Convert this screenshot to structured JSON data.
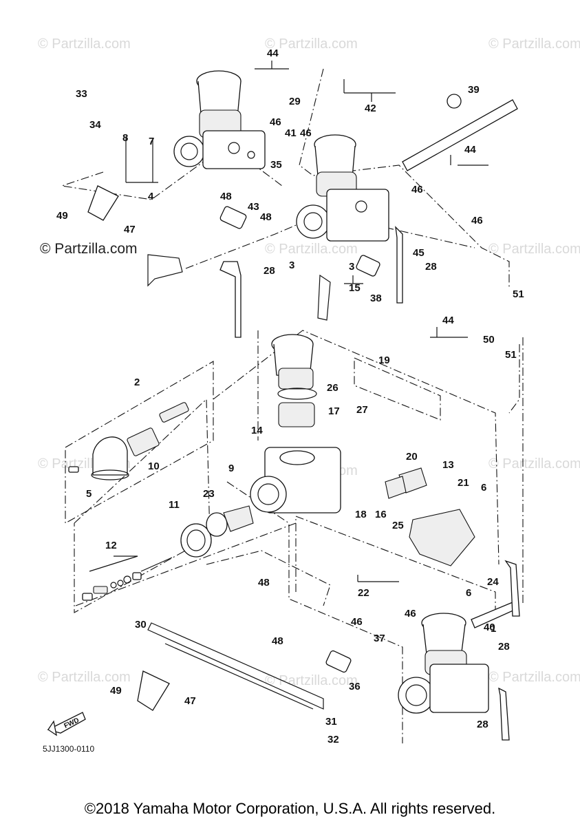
{
  "diagram_code": "5JJ1300-0110",
  "copyright": "©2018 Yamaha Motor Corporation, U.S.A. All rights reserved.",
  "watermark": "© Partzilla.com",
  "fwd_label": "FWD",
  "callouts": {
    "c1": "1",
    "c2": "2",
    "c3a": "3",
    "c3b": "3",
    "c4": "4",
    "c5": "5",
    "c6a": "6",
    "c6b": "6",
    "c7": "7",
    "c8": "8",
    "c9": "9",
    "c10": "10",
    "c11": "11",
    "c12": "12",
    "c13": "13",
    "c14": "14",
    "c15": "15",
    "c16": "16",
    "c17": "17",
    "c18": "18",
    "c19": "19",
    "c20": "20",
    "c21": "21",
    "c22": "22",
    "c23": "23",
    "c24": "24",
    "c25": "25",
    "c26": "26",
    "c27": "27",
    "c28a": "28",
    "c28b": "28",
    "c28c": "28",
    "c28d": "28",
    "c29": "29",
    "c30": "30",
    "c31": "31",
    "c32": "32",
    "c33": "33",
    "c34": "34",
    "c35": "35",
    "c36": "36",
    "c37": "37",
    "c38": "38",
    "c39": "39",
    "c40": "40",
    "c41": "41",
    "c42": "42",
    "c43": "43",
    "c44a": "44",
    "c44b": "44",
    "c44c": "44",
    "c45": "45",
    "c46a": "46",
    "c46b": "46",
    "c46c": "46",
    "c46d": "46",
    "c46e": "46",
    "c46f": "46",
    "c47a": "47",
    "c47b": "47",
    "c48a": "48",
    "c48b": "48",
    "c48c": "48",
    "c48d": "48",
    "c49a": "49",
    "c49b": "49",
    "c50": "50",
    "c51a": "51",
    "c51b": "51"
  }
}
